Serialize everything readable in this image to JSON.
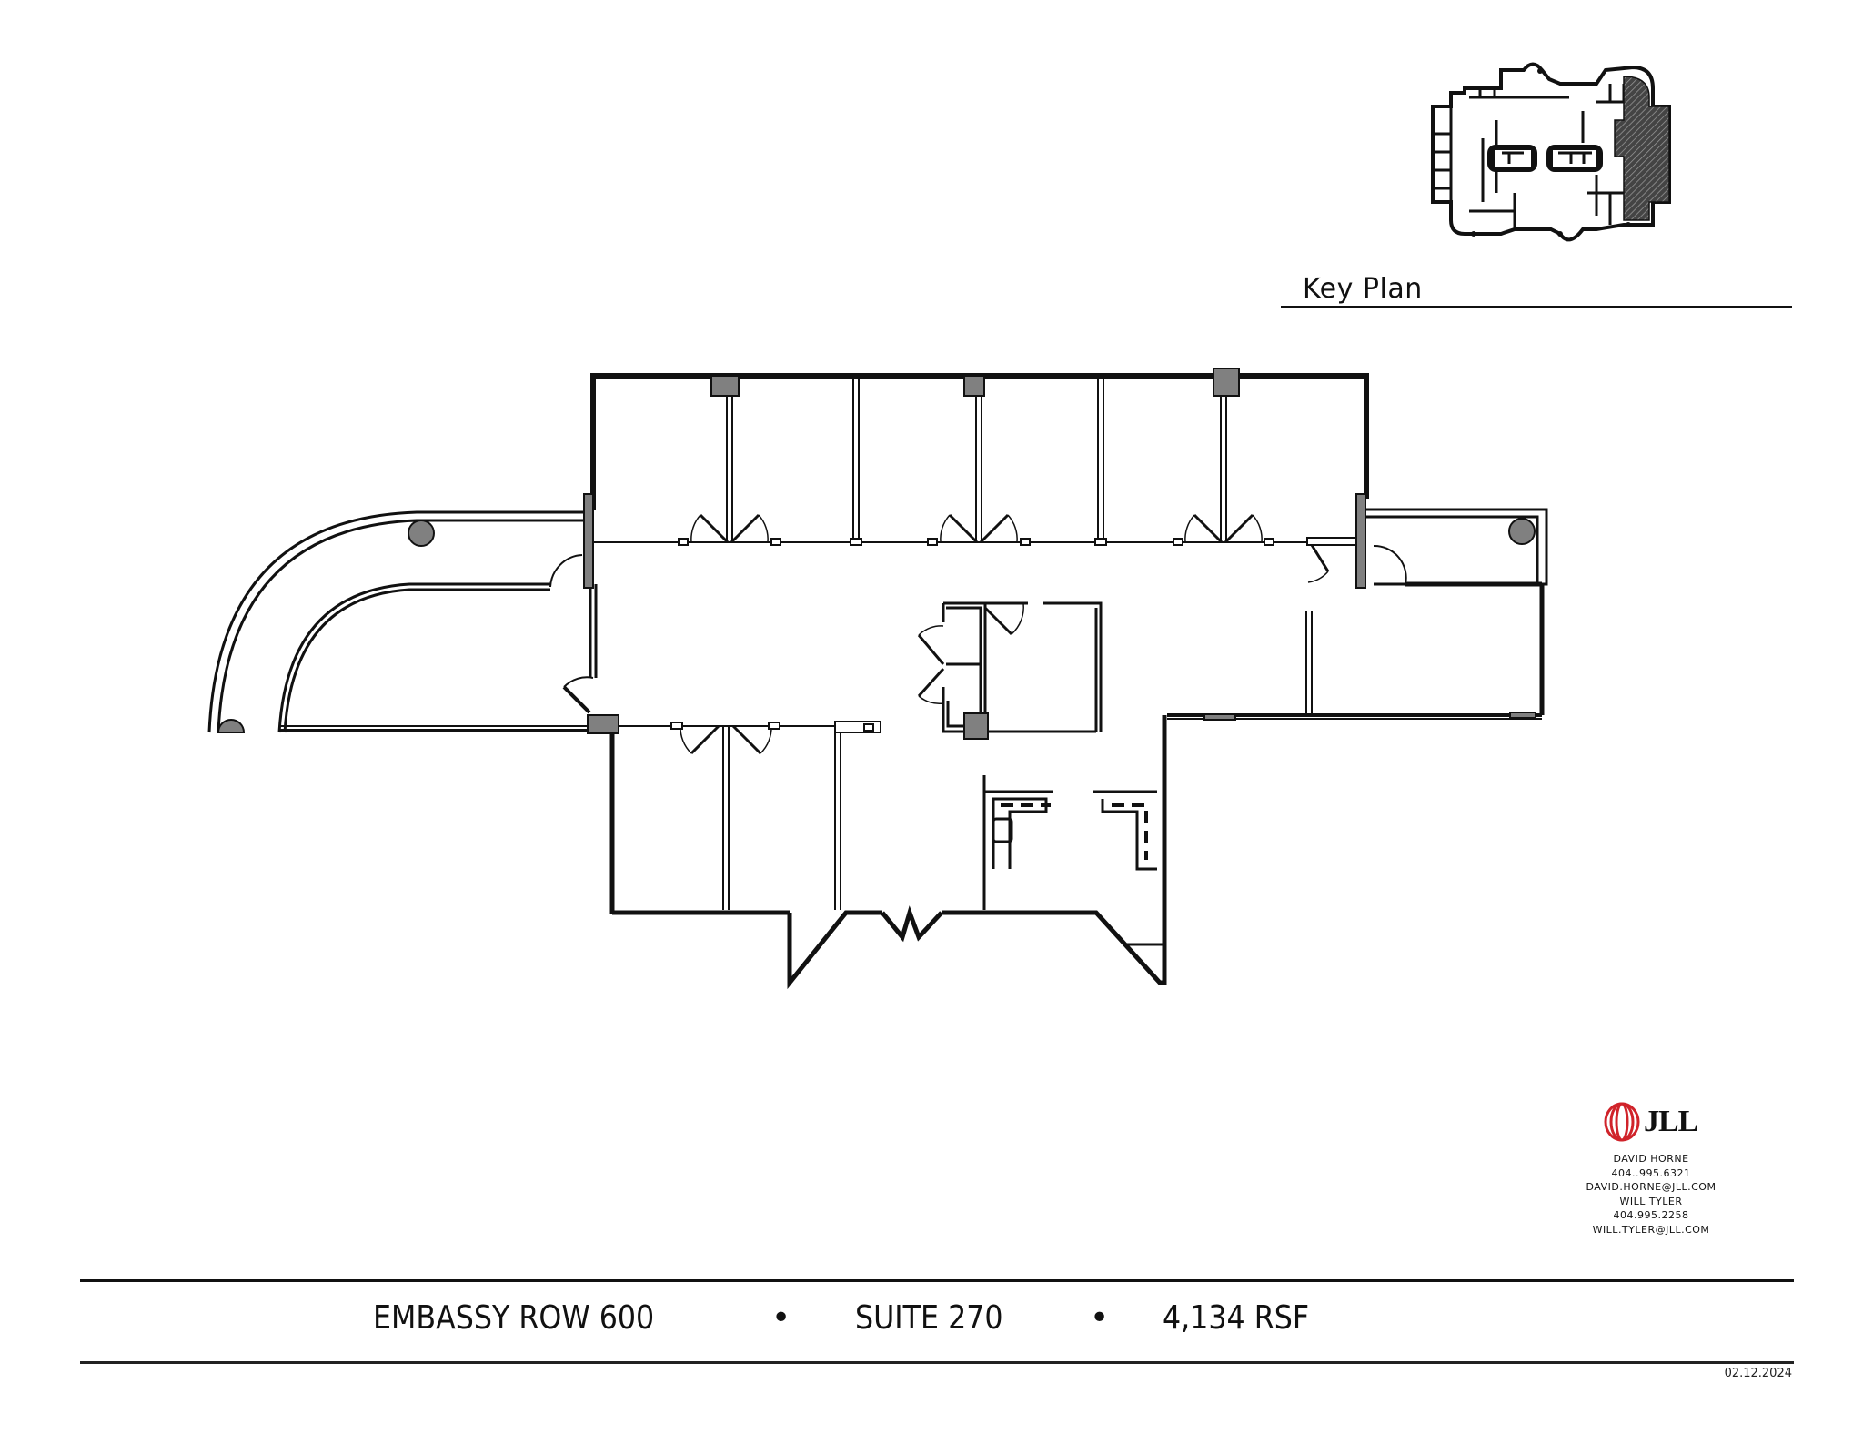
{
  "key_plan": {
    "label": "Key Plan",
    "highlighted_area": "east wing (hatched)"
  },
  "floor_plan": {
    "wall_color": "#111111",
    "column_color": "#808080",
    "background": "#ffffff"
  },
  "branding": {
    "logo_text": "JLL",
    "logo_color": "#d0232a"
  },
  "contacts": [
    {
      "name": "DAVID HORNE",
      "phone": "404..995.6321",
      "email": "DAVID.HORNE@JLL.COM"
    },
    {
      "name": "WILL TYLER",
      "phone": "404.995.2258",
      "email": "WILL.TYLER@JLL.COM"
    }
  ],
  "footer": {
    "building": "EMBASSY ROW 600",
    "separator": "•",
    "suite": "SUITE 270",
    "area": "4,134 RSF",
    "date": "02.12.2024"
  }
}
